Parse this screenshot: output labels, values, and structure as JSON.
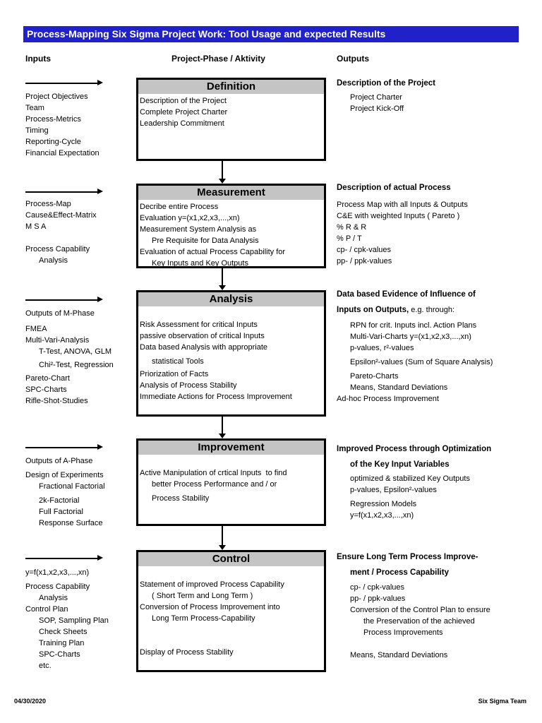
{
  "page": {
    "title": "Process-Mapping Six Sigma Project Work: Tool Usage and expected Results",
    "columns": {
      "inputs": "Inputs",
      "phase": "Project-Phase / Aktivity",
      "outputs": "Outputs"
    },
    "footer": {
      "date": "04/30/2020",
      "team": "Six Sigma Team"
    },
    "colors": {
      "title_bg": "#2121cc",
      "title_text": "#ffffff",
      "box_header_bg": "#c4c4c4",
      "box_border": "#000000"
    }
  },
  "sections": [
    {
      "name": "Definition",
      "inputs": [
        {
          "t": "Project Objectives"
        },
        {
          "t": "Team"
        },
        {
          "t": "Process-Metrics"
        },
        {
          "t": "Timing"
        },
        {
          "t": "Reporting-Cycle"
        },
        {
          "t": "Financial Expectation"
        }
      ],
      "activities": [
        {
          "t": "Description of the Project"
        },
        {
          "t": "Complete Project Charter"
        },
        {
          "t": "Leadership Commitment"
        }
      ],
      "outputs": [
        {
          "t": "Description of the Project",
          "b": true
        },
        {
          "t": "Project Charter",
          "i": 1,
          "g": 4
        },
        {
          "t": "Project Kick-Off",
          "i": 1
        }
      ]
    },
    {
      "name": "Measurement",
      "inputs": [
        {
          "t": "Process-Map"
        },
        {
          "t": "Cause&Effect-Matrix"
        },
        {
          "t": "M S A"
        },
        {
          "t": ""
        },
        {
          "t": "Process Capability"
        },
        {
          "t": "Analysis",
          "i": 1
        }
      ],
      "activities": [
        {
          "t": "Decribe entire Process"
        },
        {
          "t": "Evaluation y=(x1,x2,x3,...,xn)"
        },
        {
          "t": "Measurement System Analysis as"
        },
        {
          "t": "Pre Requisite for Data Analysis",
          "i": 1
        },
        {
          "t": "Evaluation of actual Process Capability for"
        },
        {
          "t": "Key Inputs and Key Outputs",
          "i": 1
        }
      ],
      "outputs": [
        {
          "t": "Description of actual Process",
          "b": true
        },
        {
          "t": "Process Map with all Inputs & Outputs",
          "g": 8
        },
        {
          "t": "C&E with weighted Inputs ( Pareto )"
        },
        {
          "t": "% R & R"
        },
        {
          "t": "% P / T"
        },
        {
          "t": "cp- / cpk-values"
        },
        {
          "t": "pp- / ppk-values"
        }
      ]
    },
    {
      "name": "Analysis",
      "inputs": [
        {
          "t": "Outputs of M-Phase"
        },
        {
          "t": "FMEA",
          "g": 6
        },
        {
          "t": "Multi-Vari-Analysis"
        },
        {
          "t": "T-Test, ANOVA, GLM",
          "i": 1
        },
        {
          "t": "Chi²-Test, Regression",
          "i": 1,
          "g": 3
        },
        {
          "t": "Pareto-Chart",
          "g": 3
        },
        {
          "t": "SPC-Charts"
        },
        {
          "t": "Rifle-Shot-Studies"
        }
      ],
      "activities": [
        {
          "t": ""
        },
        {
          "t": "Risk Assessment for critical Inputs"
        },
        {
          "t": "passive observation of critical Inputs"
        },
        {
          "t": "Data based Analysis with appropriate"
        },
        {
          "t": "statistical Tools",
          "i": 1,
          "g": 4
        },
        {
          "t": "Priorization of Facts",
          "g": 2
        },
        {
          "t": "Analysis of Process Stability"
        },
        {
          "t": "Immediate Actions for Process Improvement"
        }
      ],
      "outputs": [
        {
          "t": "Data based Evidence of Influence of",
          "b": true
        },
        {
          "t": "Inputs on Outputs,",
          "t2": " e.g. through:",
          "b": true,
          "g": 6
        },
        {
          "t": "RPN for crit. Inputs incl. Action Plans",
          "i": 1,
          "g": 6
        },
        {
          "t": "Multi-Vari-Charts y=(x1,x2,x3,...,xn)",
          "i": 1
        },
        {
          "t": "p-values, r²-values",
          "i": 1
        },
        {
          "t": "Epsilon²-values (Sum of Square Analysis)",
          "i": 1,
          "g": 4
        },
        {
          "t": "Pareto-Charts",
          "i": 1,
          "g": 4
        },
        {
          "t": "Means, Standard Deviations",
          "i": 1
        },
        {
          "t": "Ad-hoc Process Improvement"
        }
      ]
    },
    {
      "name": "Improvement",
      "inputs": [
        {
          "t": "Outputs of A-Phase"
        },
        {
          "t": "Design of Experiments",
          "g": 4
        },
        {
          "t": "Fractional Factorial",
          "i": 1
        },
        {
          "t": "2k-Factorial",
          "i": 1,
          "g": 4
        },
        {
          "t": "Full Factorial",
          "i": 1
        },
        {
          "t": "Response Surface",
          "i": 1
        }
      ],
      "activities": [
        {
          "t": ""
        },
        {
          "t": "Active Manipulation of crtical Inputs  to find"
        },
        {
          "t": "better Process Performance and / or",
          "i": 1
        },
        {
          "t": "Process Stability",
          "i": 1,
          "g": 4
        }
      ],
      "outputs": [
        {
          "t": "Improved Process through Optimization",
          "b": true
        },
        {
          "t": "of the Key Input Variables",
          "b": true,
          "i": 1,
          "g": 6
        },
        {
          "t": "optimized & stabilized Key Outputs",
          "i": 1,
          "g": 4
        },
        {
          "t": "p-values, Epsilon²-values",
          "i": 1
        },
        {
          "t": "Regression Models",
          "i": 1,
          "g": 4
        },
        {
          "t": "y=f(x1,x2,x3,...,xn)",
          "i": 1
        }
      ]
    },
    {
      "name": "Control",
      "inputs": [
        {
          "t": "y=f(x1,x2,x3,...,xn)"
        },
        {
          "t": "Process Capability",
          "g": 4
        },
        {
          "t": "Analysis",
          "i": 1
        },
        {
          "t": "Control Plan"
        },
        {
          "t": "SOP, Sampling Plan",
          "i": 1
        },
        {
          "t": "Check Sheets",
          "i": 1
        },
        {
          "t": "Training Plan",
          "i": 1
        },
        {
          "t": "SPC-Charts",
          "i": 1
        },
        {
          "t": "etc.",
          "i": 1
        }
      ],
      "activities": [
        {
          "t": ""
        },
        {
          "t": "Statement of improved Process Capability"
        },
        {
          "t": "( Short Term and Long Term )",
          "i": 1
        },
        {
          "t": "Conversion of Process Improvement into"
        },
        {
          "t": "Long Term Process-Capability",
          "i": 1
        },
        {
          "t": ""
        },
        {
          "t": ""
        },
        {
          "t": "Display of Process Stability"
        }
      ],
      "outputs": [
        {
          "t": "Ensure Long Term Process Improve-",
          "b": true
        },
        {
          "t": "ment / Process Capability",
          "b": true,
          "i": 1,
          "g": 6
        },
        {
          "t": "cp- / cpk-values",
          "i": 1,
          "g": 5
        },
        {
          "t": "pp- / ppk-values",
          "i": 1
        },
        {
          "t": "Conversion of the Control Plan to ensure",
          "i": 1
        },
        {
          "t": "the Preservation of the achieved",
          "i": 2
        },
        {
          "t": "Process Improvements",
          "i": 2
        },
        {
          "t": ""
        },
        {
          "t": "Means, Standard Deviations",
          "i": 1
        }
      ]
    }
  ]
}
